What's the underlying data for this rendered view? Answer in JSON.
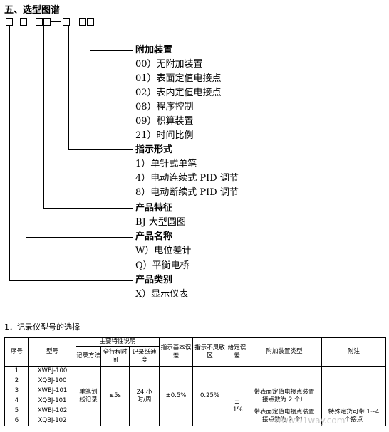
{
  "title": "五、选型图谱",
  "groups": [
    {
      "header": "附加装置",
      "items": [
        "00）无附加装置",
        "01）表面定值电接点",
        "02）表内定值电接点",
        "08）程序控制",
        "09）积算装置",
        "21）时间比例"
      ]
    },
    {
      "header": "指示形式",
      "items": [
        "1）单针式单笔",
        "4）电动连续式 PID 调节",
        "8）电动断续式 PID 调节"
      ]
    },
    {
      "header": "产品特征",
      "items": [
        "BJ 大型圆图"
      ]
    },
    {
      "header": "产品名称",
      "items": [
        "W）电位差计",
        "Q）平衡电桥"
      ]
    },
    {
      "header": "产品类别",
      "items": [
        "X）显示仪表"
      ]
    }
  ],
  "section": "1．记录仪型号的选择",
  "table": {
    "h_no": "序号",
    "h_model": "型号",
    "h_main": "主要特性说明",
    "h_method": "记录方法",
    "h_fullstroke": "全行程时间",
    "h_speed": "记录纸速度",
    "h_basic_error": "指示基本误差",
    "h_dead_zone": "指示不灵敏区",
    "h_set_error": "给定误差",
    "h_extra_type": "附加装置类型",
    "h_note": "附注",
    "rows": [
      {
        "no": "1",
        "model": "XWBJ-100"
      },
      {
        "no": "2",
        "model": "XQBJ-100"
      },
      {
        "no": "3",
        "model": "XWBJ-101"
      },
      {
        "no": "4",
        "model": "XQBJ-101"
      },
      {
        "no": "5",
        "model": "XWBJ-102"
      },
      {
        "no": "6",
        "model": "XQBJ-102"
      }
    ],
    "method": "单笔划线记录",
    "fullstroke": "≤5s",
    "speed": "24 小时/周",
    "basic_error": "±0.5%",
    "dead_zone": "0.25%",
    "set_error": "± 1%",
    "extra_101": "带表面定值电接点装置 接点数为 2 个）",
    "extra_102": "带表面定值电接点装置 接点数为 2 个）",
    "note_102": "特殊定货可带 1~4 个接点"
  },
  "watermark": "www.91way.com"
}
